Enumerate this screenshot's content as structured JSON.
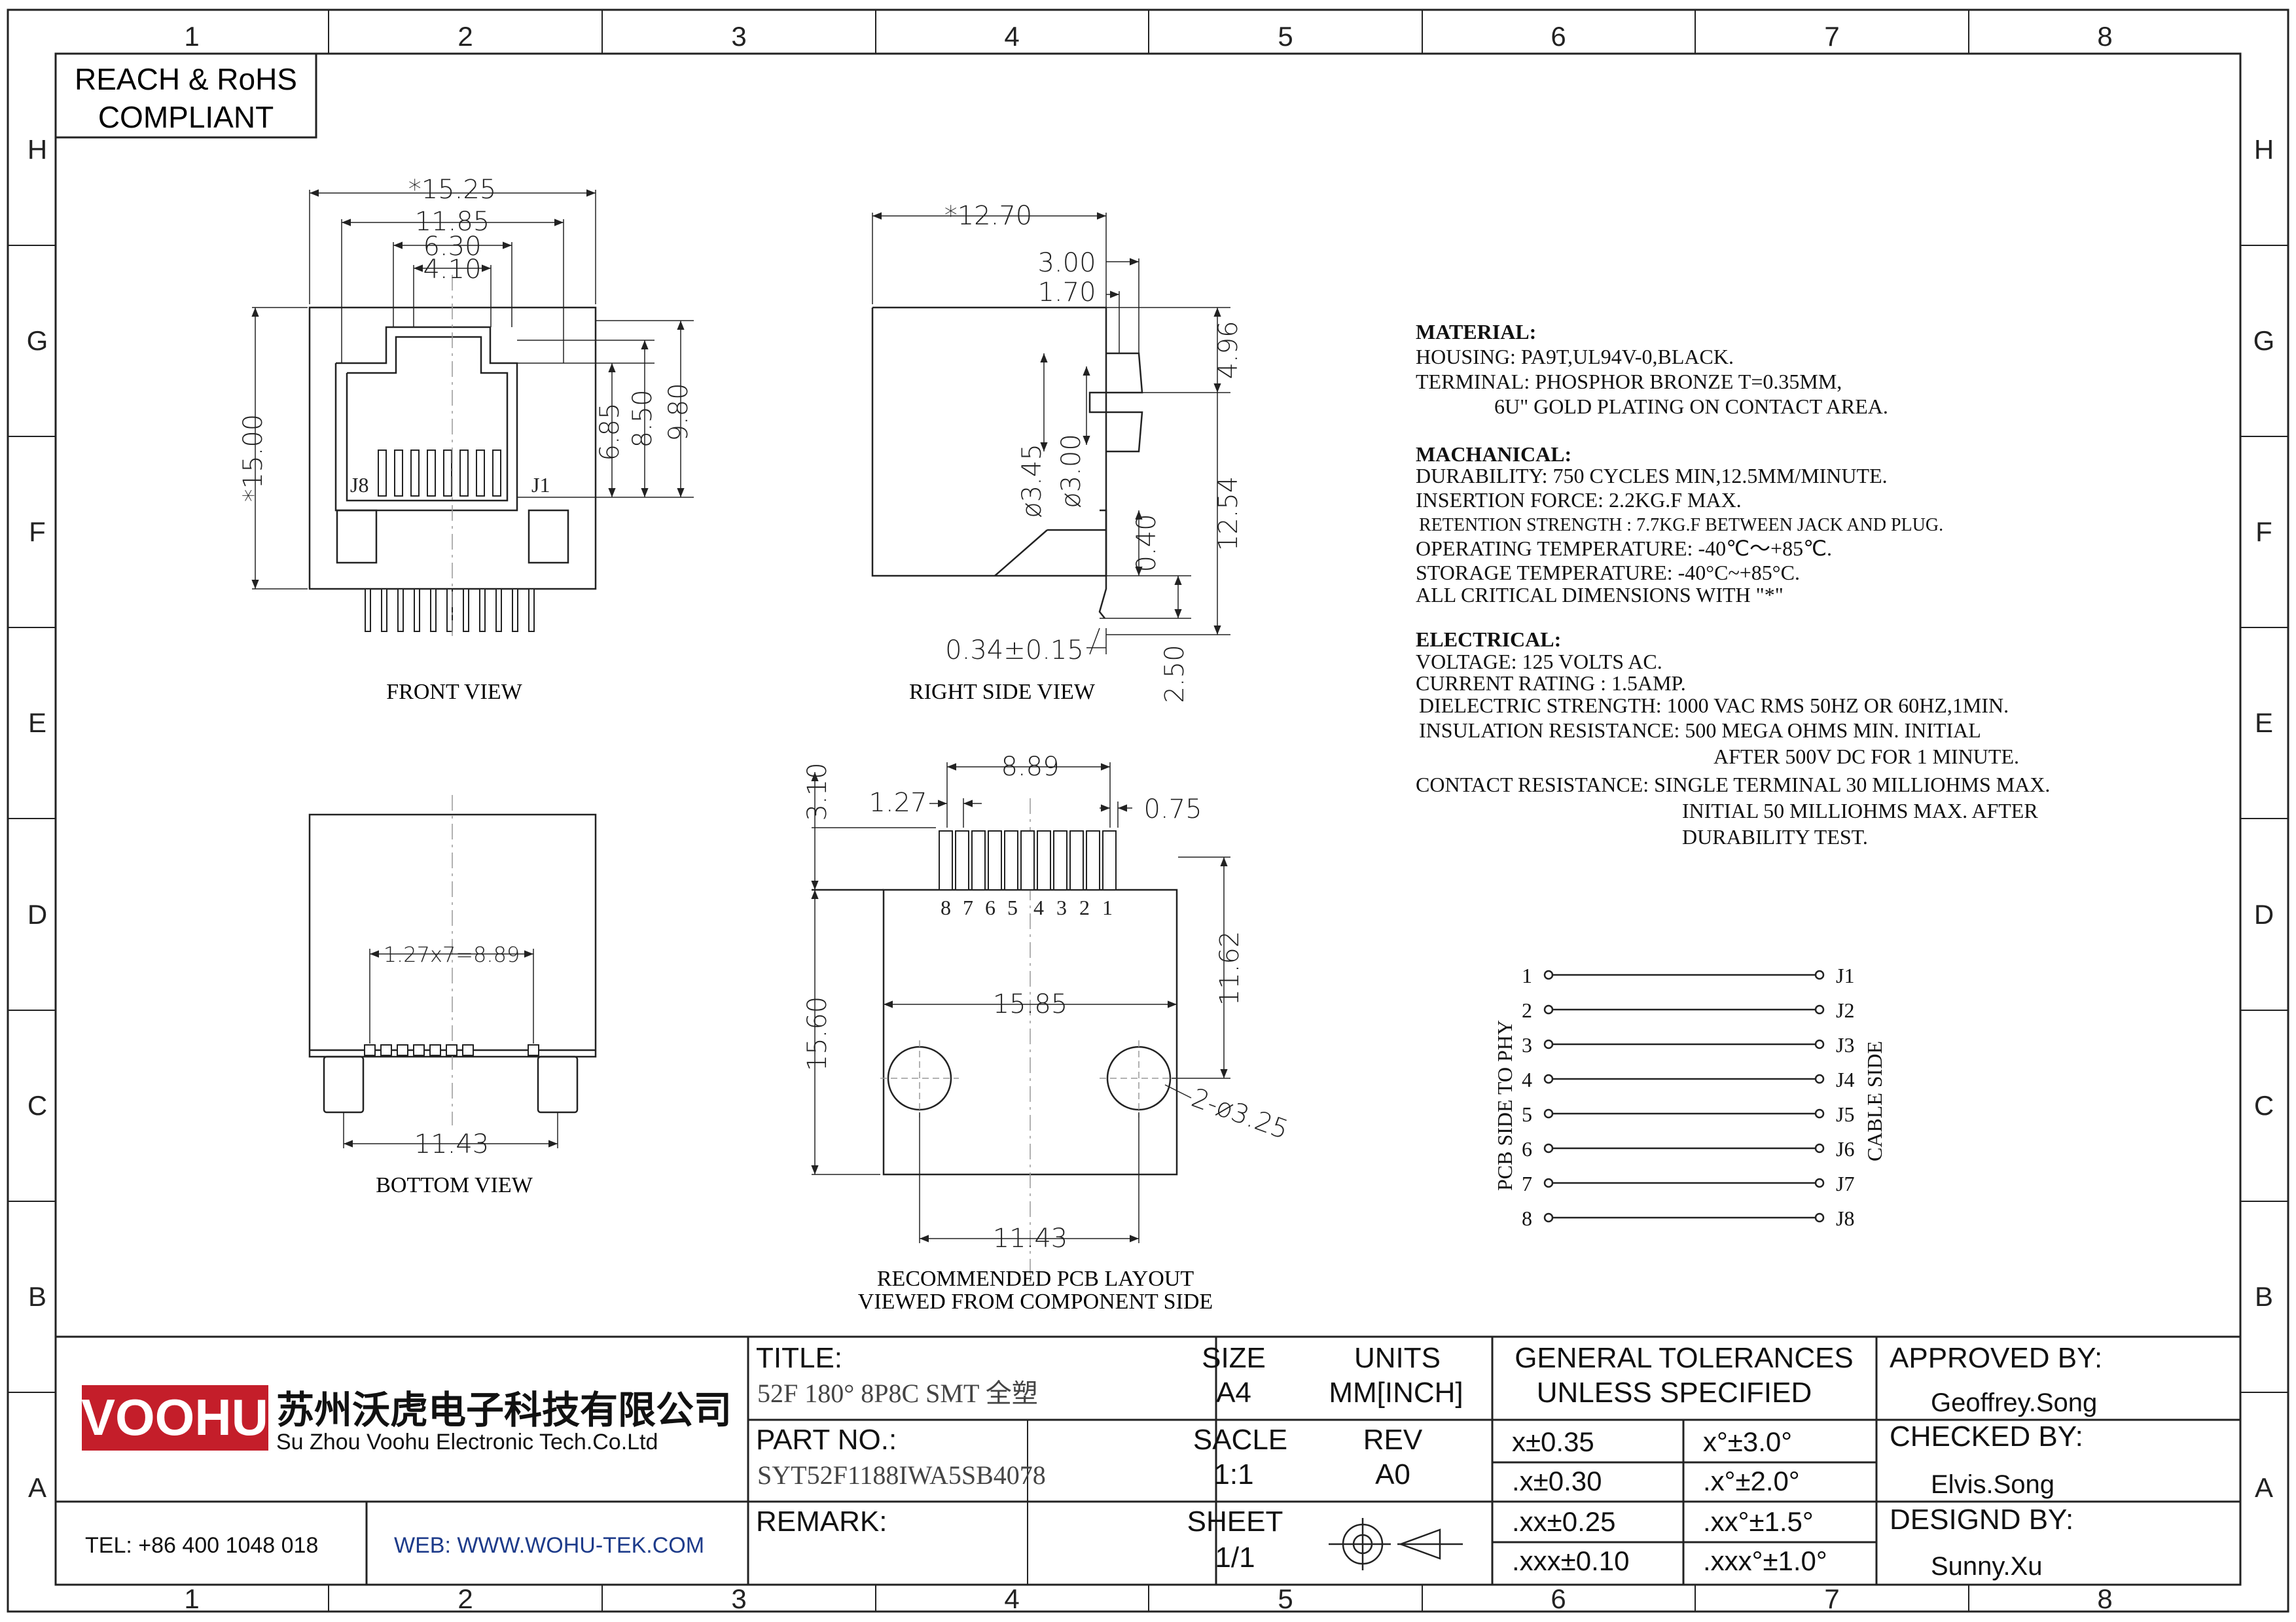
{
  "border": {
    "columns": [
      "1",
      "2",
      "3",
      "4",
      "5",
      "6",
      "7",
      "8"
    ],
    "rows": [
      "H",
      "G",
      "F",
      "E",
      "D",
      "C",
      "B",
      "A"
    ]
  },
  "compliance": {
    "line1": "REACH & RoHS",
    "line2": "COMPLIANT"
  },
  "views": {
    "front": "FRONT VIEW",
    "right_side": "RIGHT SIDE VIEW",
    "bottom": "BOTTOM VIEW",
    "pcb_layout_line1": "RECOMMENDED PCB LAYOUT",
    "pcb_layout_line2": "VIEWED FROM COMPONENT SIDE"
  },
  "dims": {
    "front": {
      "w1": "*15.25",
      "w2": "11.85",
      "w3": "6.30",
      "w4": "4.10",
      "h1": "*15.00",
      "h2": "6.85",
      "h3": "8.50",
      "h4": "9.80",
      "j8": "J8",
      "j1": "J1"
    },
    "side": {
      "w1": "*12.70",
      "w2": "3.00",
      "w3": "1.70",
      "h1": "4.96",
      "h2": "12.54",
      "d1": "ø3.45",
      "d2": "ø3.00",
      "h3": "0.40",
      "t1": "0.34±0.15",
      "h4": "2.50"
    },
    "bottom": {
      "pitch": "1.27x7=8.89",
      "w1": "11.43"
    },
    "pcb": {
      "h1": "3.10",
      "w1": "8.89",
      "w2": "1.27",
      "w3": "0.75",
      "pins": [
        "8",
        "7",
        "6",
        "5",
        "4",
        "3",
        "2",
        "1"
      ],
      "h2": "11.62",
      "w4": "15.85",
      "h3": "15.60",
      "hole": "2-ø3.25",
      "w5": "11.43"
    }
  },
  "spec": {
    "material": [
      "MATERIAL:",
      "HOUSING: PA9T,UL94V-0,BLACK.",
      "TERMINAL: PHOSPHOR BRONZE T=0.35MM,",
      "6U\" GOLD PLATING ON CONTACT AREA."
    ],
    "mechanical": [
      "MACHANICAL:",
      "DURABILITY: 750 CYCLES MIN,12.5MM/MINUTE.",
      "INSERTION FORCE: 2.2KG.F MAX.",
      "RETENTION STRENGTH : 7.7KG.F BETWEEN JACK AND PLUG.",
      "OPERATING TEMPERATURE: -40℃～+85℃.",
      "STORAGE TEMPERATURE: -40°C~+85°C.",
      "ALL CRITICAL DIMENSIONS WITH \"*\""
    ],
    "electrical": [
      "ELECTRICAL:",
      "VOLTAGE: 125 VOLTS AC.",
      "CURRENT RATING : 1.5AMP.",
      "DIELECTRIC STRENGTH: 1000 VAC RMS 50HZ OR 60HZ,1MIN.",
      "INSULATION RESISTANCE: 500 MEGA OHMS MIN. INITIAL",
      "AFTER 500V DC FOR 1 MINUTE.",
      "CONTACT RESISTANCE: SINGLE TERMINAL 30 MILLIOHMS MAX.",
      "INITIAL 50 MILLIOHMS MAX. AFTER",
      "DURABILITY TEST."
    ]
  },
  "schematic": {
    "left_pins": [
      "1",
      "2",
      "3",
      "4",
      "5",
      "6",
      "7",
      "8"
    ],
    "right_pins": [
      "J1",
      "J2",
      "J3",
      "J4",
      "J5",
      "J6",
      "J7",
      "J8"
    ],
    "left_label": "PCB SIDE TO PHY",
    "right_label": "CABLE SIDE"
  },
  "title_block": {
    "logo": "VOOHU",
    "company_cn": "苏州沃虎电子科技有限公司",
    "company_en": "Su Zhou Voohu Electronic Tech.Co.Ltd",
    "tel": "TEL: +86 400 1048 018",
    "web": "WEB: WWW.WOHU-TEK.COM",
    "title_label": "TITLE:",
    "title_value": "52F 180° 8P8C SMT 全塑",
    "part_label": "PART NO.:",
    "part_value": "SYT52F1188IWA5SB4078",
    "remark_label": "REMARK:",
    "size_label": "SIZE",
    "size_value": "A4",
    "units_label": "UNITS",
    "units_value": "MM[INCH]",
    "scale_label": "SACLE",
    "scale_value": "1:1",
    "rev_label": "REV",
    "rev_value": "A0",
    "sheet_label": "SHEET",
    "sheet_value": "1/1",
    "tol_header1": "GENERAL TOLERANCES",
    "tol_header2": "UNLESS SPECIFIED",
    "tolerances": [
      [
        "x±0.35",
        "x°±3.0°"
      ],
      [
        ".x±0.30",
        ".x°±2.0°"
      ],
      [
        ".xx±0.25",
        ".xx°±1.5°"
      ],
      [
        ".xxx±0.10",
        ".xxx°±1.0°"
      ]
    ],
    "approved_label": "APPROVED BY:",
    "approved_value": "Geoffrey.Song",
    "checked_label": "CHECKED BY:",
    "checked_value": "Elvis.Song",
    "designed_label": "DESIGND BY:",
    "designed_value": "Sunny.Xu"
  }
}
